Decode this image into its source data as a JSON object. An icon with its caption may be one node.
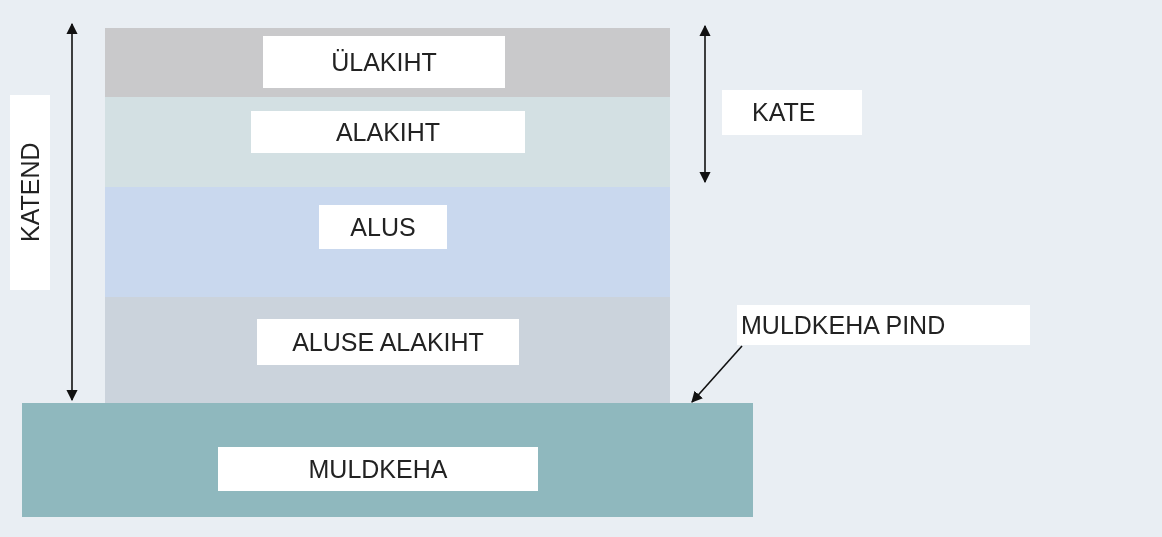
{
  "diagram": {
    "nodes": [
      {
        "text": [
          "ÜLAKIHT"
        ]
      },
      {
        "text": [
          "ALAKIHT"
        ]
      },
      {
        "text": [
          "ALUS"
        ]
      },
      {
        "text": [
          "ALUSE ALAKIHT"
        ]
      },
      {
        "text": [
          "MULDKEHA"
        ]
      },
      {
        "text": [
          "MULDKEHA PIND"
        ]
      }
    ],
    "edges": [
      {
        "from": 5,
        "to": 4,
        "arrow": "to"
      }
    ],
    "labels": [
      "KATEND",
      "KATE"
    ]
  }
}
